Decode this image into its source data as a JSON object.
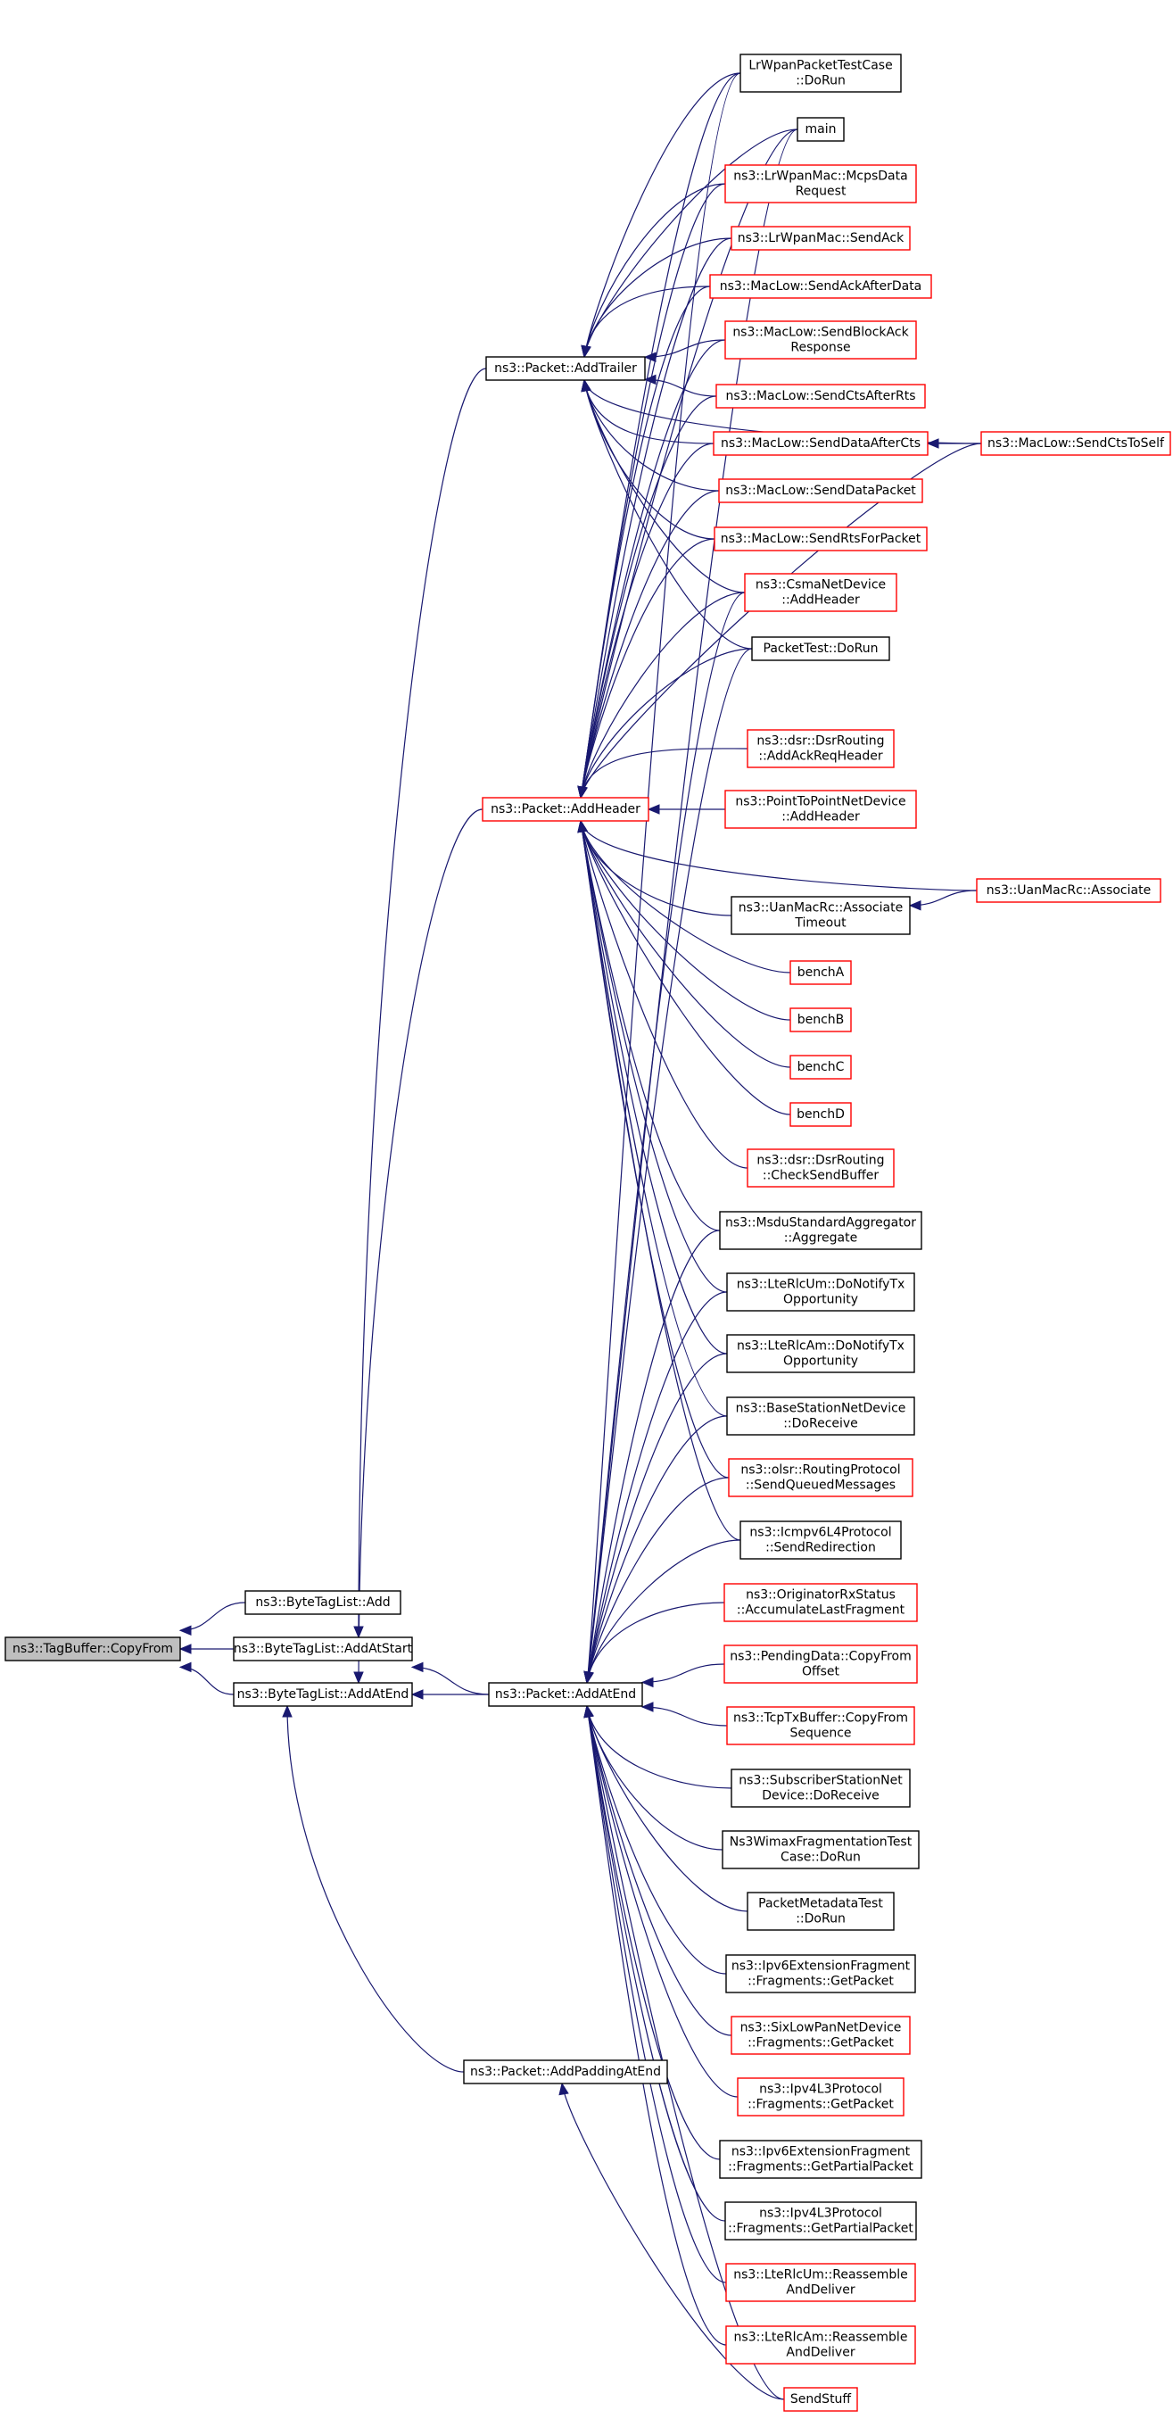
{
  "nodes": {
    "copyfrom": [
      "ns3::TagBuffer::CopyFrom"
    ],
    "add": [
      "ns3::ByteTagList::Add"
    ],
    "addatstart": [
      "ns3::ByteTagList::AddAtStart"
    ],
    "addatend_btl": [
      "ns3::ByteTagList::AddAtEnd"
    ],
    "addtrailer": [
      "ns3::Packet::AddTrailer"
    ],
    "addheader": [
      "ns3::Packet::AddHeader"
    ],
    "addatend_pkt": [
      "ns3::Packet::AddAtEnd"
    ],
    "addpaddingatend": [
      "ns3::Packet::AddPaddingAtEnd"
    ],
    "lrwpantest": [
      "LrWpanPacketTestCase",
      "::DoRun"
    ],
    "main": [
      "main"
    ],
    "mcpsdata": [
      "ns3::LrWpanMac::McpsData",
      "Request"
    ],
    "sendack_lrwpan": [
      "ns3::LrWpanMac::SendAck"
    ],
    "sendackafterdata": [
      "ns3::MacLow::SendAckAfterData"
    ],
    "sendblockack": [
      "ns3::MacLow::SendBlockAck",
      "Response"
    ],
    "sendctsafterrts": [
      "ns3::MacLow::SendCtsAfterRts"
    ],
    "senddataafterccts": [
      "ns3::MacLow::SendDataAfterCts"
    ],
    "sendctstoself": [
      "ns3::MacLow::SendCtsToSelf"
    ],
    "senddatapacket": [
      "ns3::MacLow::SendDataPacket"
    ],
    "sendrtsforpacket": [
      "ns3::MacLow::SendRtsForPacket"
    ],
    "csmaaddheader": [
      "ns3::CsmaNetDevice",
      "::AddHeader"
    ],
    "packettest": [
      "PacketTest::DoRun"
    ],
    "dsrackreq": [
      "ns3::dsr::DsrRouting",
      "::AddAckReqHeader"
    ],
    "p2paddheader": [
      "ns3::PointToPointNetDevice",
      "::AddHeader"
    ],
    "uanassociate": [
      "ns3::UanMacRc::Associate"
    ],
    "uanassoctimeout": [
      "ns3::UanMacRc::Associate",
      "Timeout"
    ],
    "bencha": [
      "benchA"
    ],
    "benchb": [
      "benchB"
    ],
    "benchc": [
      "benchC"
    ],
    "benchd": [
      "benchD"
    ],
    "dsrchecksend": [
      "ns3::dsr::DsrRouting",
      "::CheckSendBuffer"
    ],
    "msduaggregate": [
      "ns3::MsduStandardAggregator",
      "::Aggregate"
    ],
    "lterlcum_notify": [
      "ns3::LteRlcUm::DoNotifyTx",
      "Opportunity"
    ],
    "lterlcam_notify": [
      "ns3::LteRlcAm::DoNotifyTx",
      "Opportunity"
    ],
    "bsnetdevice": [
      "ns3::BaseStationNetDevice",
      "::DoReceive"
    ],
    "olsrqueued": [
      "ns3::olsr::RoutingProtocol",
      "::SendQueuedMessages"
    ],
    "icmpv6redirect": [
      "ns3::Icmpv6L4Protocol",
      "::SendRedirection"
    ],
    "originatorrx": [
      "ns3::OriginatorRxStatus",
      "::AccumulateLastFragment"
    ],
    "pendingdata": [
      "ns3::PendingData::CopyFrom",
      "Offset"
    ],
    "tcptxbuffer": [
      "ns3::TcpTxBuffer::CopyFrom",
      "Sequence"
    ],
    "ssnetdevice": [
      "ns3::SubscriberStationNet",
      "Device::DoReceive"
    ],
    "wimaxfrag": [
      "Ns3WimaxFragmentationTest",
      "Case::DoRun"
    ],
    "pktmetadatatest": [
      "PacketMetadataTest",
      "::DoRun"
    ],
    "ipv6extfrag_get": [
      "ns3::Ipv6ExtensionFragment",
      "::Fragments::GetPacket"
    ],
    "sixlowpan": [
      "ns3::SixLowPanNetDevice",
      "::Fragments::GetPacket"
    ],
    "ipv4l3_get": [
      "ns3::Ipv4L3Protocol",
      "::Fragments::GetPacket"
    ],
    "ipv6extfrag_partial": [
      "ns3::Ipv6ExtensionFragment",
      "::Fragments::GetPartialPacket"
    ],
    "ipv4l3_partial": [
      "ns3::Ipv4L3Protocol",
      "::Fragments::GetPartialPacket"
    ],
    "lterlcum_reasm": [
      "ns3::LteRlcUm::Reassemble",
      "AndDeliver"
    ],
    "lterlcam_reasm": [
      "ns3::LteRlcAm::Reassemble",
      "AndDeliver"
    ],
    "sendstuff": [
      "SendStuff"
    ]
  }
}
